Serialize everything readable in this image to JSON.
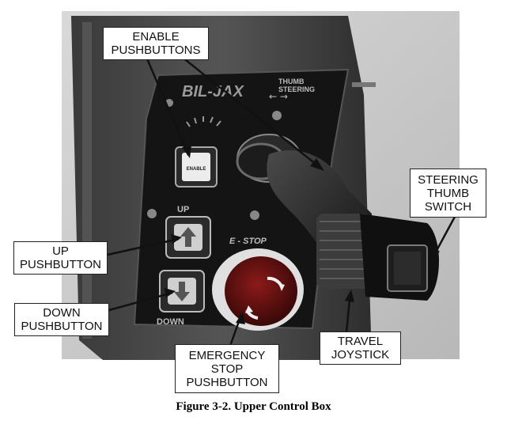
{
  "figure": {
    "caption": "Figure 3-2.  Upper Control Box",
    "panel": {
      "logo_text": "BIL-JAX",
      "thumb_steering_label": [
        "THUMB",
        "STEERING"
      ],
      "enable_button_text": "ENABLE",
      "up_label": "UP",
      "down_label": "DOWN",
      "estop_label": "E - STOP"
    },
    "callouts": {
      "enable": [
        "ENABLE",
        "PUSHBUTTONS"
      ],
      "up": [
        "UP",
        "PUSHBUTTON"
      ],
      "down": [
        "DOWN",
        "PUSHBUTTON"
      ],
      "emergency": [
        "EMERGENCY",
        "STOP",
        "PUSHBUTTON"
      ],
      "steering": [
        "STEERING",
        "THUMB",
        "SWITCH"
      ],
      "travel": [
        "TRAVEL",
        "JOYSTICK"
      ]
    }
  }
}
